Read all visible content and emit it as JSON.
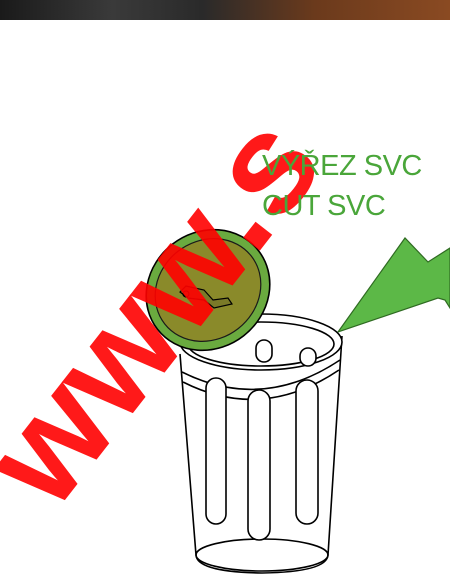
{
  "colors": {
    "label_text": "#4aa63a",
    "arrow_fill": "#5cb847",
    "lid_fill": "#6aaa3f",
    "lid_inner": "#8a8a2a",
    "watermark": "#ff0000",
    "outline": "#000000",
    "photo_strip": "#3a2a20"
  },
  "labels": {
    "line1": "VÝŘEZ SVC",
    "line2": "CUT SVC"
  },
  "watermark": {
    "text": "www.s"
  },
  "icons": [
    "trash-can",
    "clamp-icon",
    "arrow-pointer"
  ]
}
